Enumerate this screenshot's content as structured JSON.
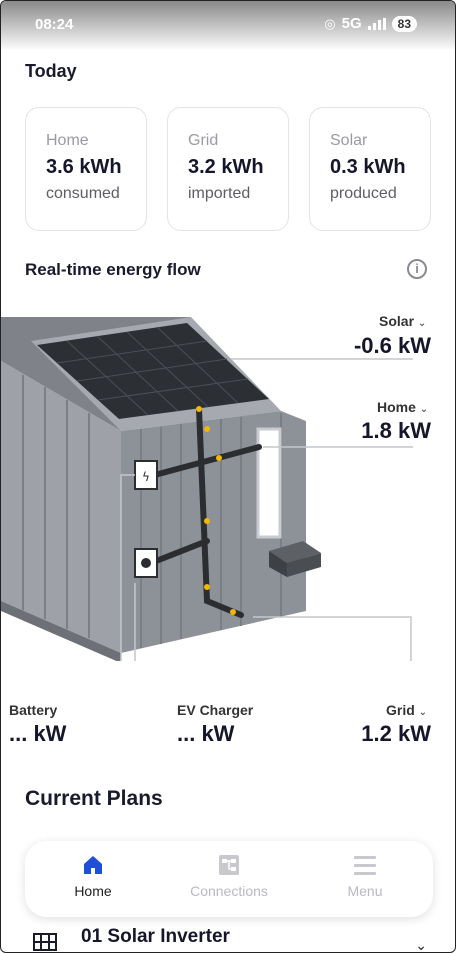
{
  "status_bar": {
    "time": "08:24",
    "network": "5G",
    "battery": "83"
  },
  "today": {
    "title": "Today",
    "cards": [
      {
        "label": "Home",
        "value": "3.6 kWh",
        "sub": "consumed"
      },
      {
        "label": "Grid",
        "value": "3.2 kWh",
        "sub": "imported"
      },
      {
        "label": "Solar",
        "value": "0.3 kWh",
        "sub": "produced"
      }
    ]
  },
  "energy_flow": {
    "title": "Real-time energy flow",
    "solar": {
      "label": "Solar",
      "value": "-0.6 kW"
    },
    "home": {
      "label": "Home",
      "value": "1.8 kW"
    },
    "battery": {
      "label": "Battery",
      "value": "... kW"
    },
    "ev_charger": {
      "label": "EV Charger",
      "value": "... kW"
    },
    "grid": {
      "label": "Grid",
      "value": "1.2 kW"
    }
  },
  "current_plans": {
    "title": "Current Plans",
    "item_label": "01 Solar Inverter"
  },
  "nav": {
    "home": "Home",
    "connections": "Connections",
    "menu": "Menu"
  },
  "colors": {
    "accent": "#1e4fd8",
    "dark_text": "#15152b",
    "muted": "#9a9aa3",
    "house_wall": "#8d9299",
    "wire_dot": "#f2b705"
  }
}
